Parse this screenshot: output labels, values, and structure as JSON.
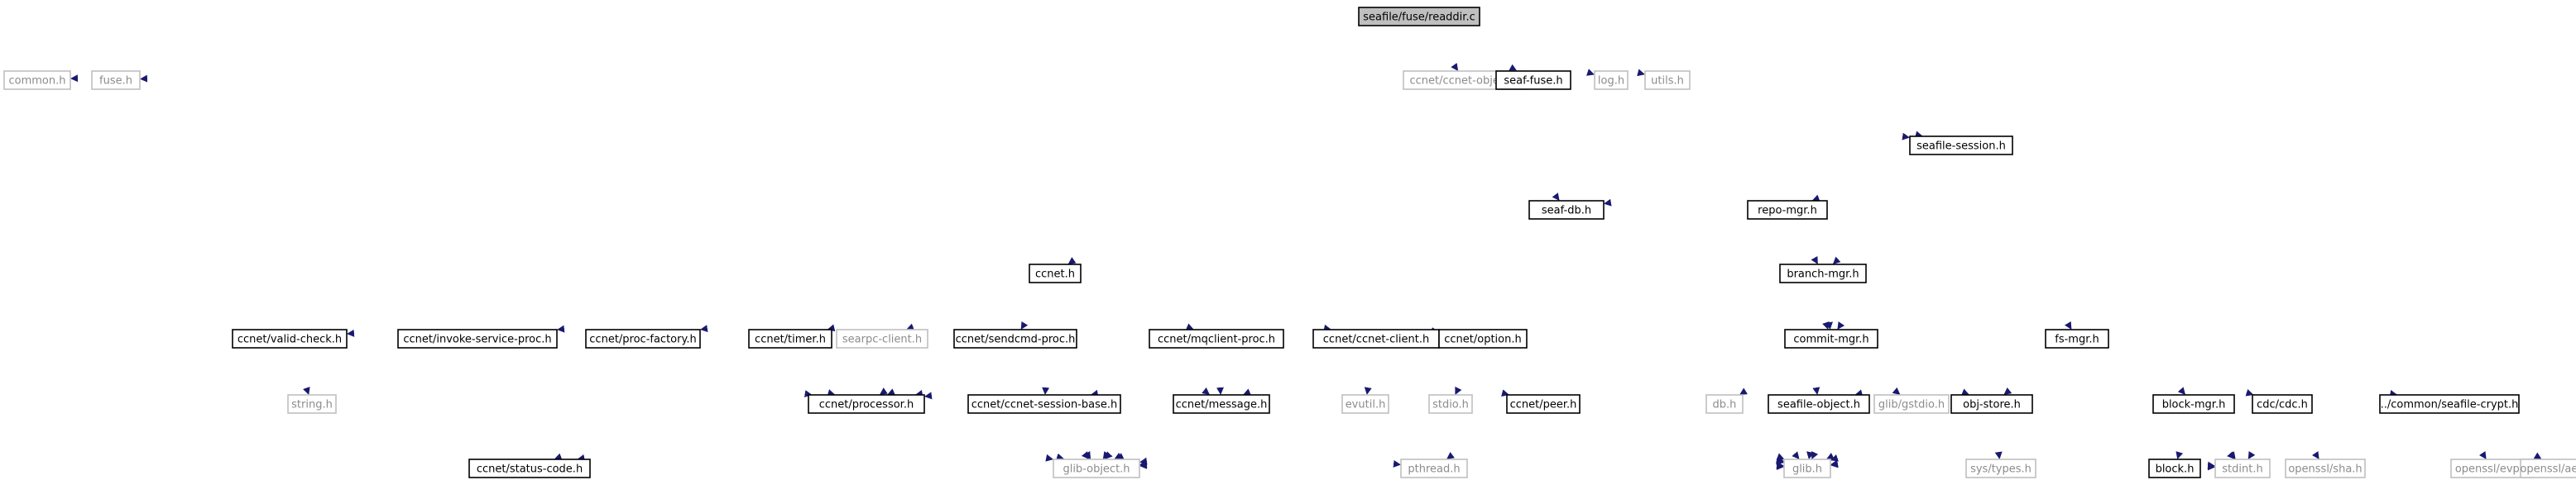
{
  "diagram": {
    "nodes": [
      {
        "id": "readdir",
        "label": "seafile/fuse/readdir.c",
        "style": "root"
      },
      {
        "id": "common",
        "label": "common.h",
        "style": "gray"
      },
      {
        "id": "fuse",
        "label": "fuse.h",
        "style": "gray"
      },
      {
        "id": "ccnetobj",
        "label": "ccnet/ccnet-object.h",
        "style": "gray"
      },
      {
        "id": "seaffuse",
        "label": "seaf-fuse.h",
        "style": "doc"
      },
      {
        "id": "log",
        "label": "log.h",
        "style": "gray"
      },
      {
        "id": "utils",
        "label": "utils.h",
        "style": "gray"
      },
      {
        "id": "seafsession",
        "label": "seafile-session.h",
        "style": "doc"
      },
      {
        "id": "seafdb",
        "label": "seaf-db.h",
        "style": "doc"
      },
      {
        "id": "repomgr",
        "label": "repo-mgr.h",
        "style": "doc"
      },
      {
        "id": "branchmgr",
        "label": "branch-mgr.h",
        "style": "doc"
      },
      {
        "id": "commitmgr",
        "label": "commit-mgr.h",
        "style": "doc"
      },
      {
        "id": "fsmgr",
        "label": "fs-mgr.h",
        "style": "doc"
      },
      {
        "id": "ccneth",
        "label": "ccnet.h",
        "style": "doc"
      },
      {
        "id": "validcheck",
        "label": "ccnet/valid-check.h",
        "style": "doc"
      },
      {
        "id": "invoke",
        "label": "ccnet/invoke-service-proc.h",
        "style": "doc"
      },
      {
        "id": "procfactory",
        "label": "ccnet/proc-factory.h",
        "style": "doc"
      },
      {
        "id": "timer",
        "label": "ccnet/timer.h",
        "style": "doc"
      },
      {
        "id": "searpc",
        "label": "searpc-client.h",
        "style": "gray"
      },
      {
        "id": "sendcmd",
        "label": "ccnet/sendcmd-proc.h",
        "style": "doc"
      },
      {
        "id": "mqclient",
        "label": "ccnet/mqclient-proc.h",
        "style": "doc"
      },
      {
        "id": "ccnetclient",
        "label": "ccnet/ccnet-client.h",
        "style": "doc"
      },
      {
        "id": "option",
        "label": "ccnet/option.h",
        "style": "doc"
      },
      {
        "id": "peer",
        "label": "ccnet/peer.h",
        "style": "doc"
      },
      {
        "id": "stringh",
        "label": "string.h",
        "style": "gray"
      },
      {
        "id": "processor",
        "label": "ccnet/processor.h",
        "style": "doc"
      },
      {
        "id": "sessionbase",
        "label": "ccnet/ccnet-session-base.h",
        "style": "doc"
      },
      {
        "id": "message",
        "label": "ccnet/message.h",
        "style": "doc"
      },
      {
        "id": "evutil",
        "label": "evutil.h",
        "style": "gray"
      },
      {
        "id": "stdio",
        "label": "stdio.h",
        "style": "gray"
      },
      {
        "id": "dbh",
        "label": "db.h",
        "style": "gray"
      },
      {
        "id": "seafobj",
        "label": "seafile-object.h",
        "style": "doc"
      },
      {
        "id": "gstdio",
        "label": "glib/gstdio.h",
        "style": "gray"
      },
      {
        "id": "objstore",
        "label": "obj-store.h",
        "style": "doc"
      },
      {
        "id": "blockmgr",
        "label": "block-mgr.h",
        "style": "doc"
      },
      {
        "id": "cdc",
        "label": "cdc/cdc.h",
        "style": "doc"
      },
      {
        "id": "crypt",
        "label": "../common/seafile-crypt.h",
        "style": "doc"
      },
      {
        "id": "statuscode",
        "label": "ccnet/status-code.h",
        "style": "doc"
      },
      {
        "id": "glibobj",
        "label": "glib-object.h",
        "style": "gray"
      },
      {
        "id": "pthread",
        "label": "pthread.h",
        "style": "gray"
      },
      {
        "id": "glib",
        "label": "glib.h",
        "style": "gray"
      },
      {
        "id": "systypes",
        "label": "sys/types.h",
        "style": "gray"
      },
      {
        "id": "blockh",
        "label": "block.h",
        "style": "doc"
      },
      {
        "id": "stdint",
        "label": "stdint.h",
        "style": "gray"
      },
      {
        "id": "sha",
        "label": "openssl/sha.h",
        "style": "gray"
      },
      {
        "id": "evp",
        "label": "openssl/evp.h",
        "style": "gray"
      },
      {
        "id": "aes",
        "label": "openssl/aes.h",
        "style": "gray"
      }
    ],
    "edges": [
      [
        "readdir",
        "common"
      ],
      [
        "readdir",
        "fuse"
      ],
      [
        "readdir",
        "ccnetobj"
      ],
      [
        "readdir",
        "seaffuse"
      ],
      [
        "readdir",
        "log"
      ],
      [
        "readdir",
        "utils"
      ],
      [
        "readdir",
        "seafsession"
      ],
      [
        "readdir",
        "seafdb"
      ],
      [
        "readdir",
        "ccneth"
      ],
      [
        "readdir",
        "glibobj"
      ],
      [
        "readdir",
        "glib"
      ],
      [
        "seaffuse",
        "seafsession"
      ],
      [
        "seafsession",
        "seafdb"
      ],
      [
        "seafsession",
        "repomgr"
      ],
      [
        "seafsession",
        "branchmgr"
      ],
      [
        "seafsession",
        "commitmgr"
      ],
      [
        "seafsession",
        "fsmgr"
      ],
      [
        "seafsession",
        "blockmgr"
      ],
      [
        "seafsession",
        "glib"
      ],
      [
        "seafsession",
        "stdint"
      ],
      [
        "repomgr",
        "branchmgr"
      ],
      [
        "repomgr",
        "commitmgr"
      ],
      [
        "repomgr",
        "seafobj"
      ],
      [
        "repomgr",
        "pthread"
      ],
      [
        "branchmgr",
        "commitmgr"
      ],
      [
        "commitmgr",
        "dbh"
      ],
      [
        "commitmgr",
        "gstdio"
      ],
      [
        "commitmgr",
        "objstore"
      ],
      [
        "commitmgr",
        "glib"
      ],
      [
        "fsmgr",
        "seafobj"
      ],
      [
        "fsmgr",
        "objstore"
      ],
      [
        "fsmgr",
        "cdc"
      ],
      [
        "fsmgr",
        "crypt"
      ],
      [
        "fsmgr",
        "glib"
      ],
      [
        "ccneth",
        "validcheck"
      ],
      [
        "ccneth",
        "invoke"
      ],
      [
        "ccneth",
        "procfactory"
      ],
      [
        "ccneth",
        "timer"
      ],
      [
        "ccneth",
        "searpc"
      ],
      [
        "ccneth",
        "sendcmd"
      ],
      [
        "ccneth",
        "mqclient"
      ],
      [
        "ccneth",
        "ccnetclient"
      ],
      [
        "ccneth",
        "option"
      ],
      [
        "ccneth",
        "peer"
      ],
      [
        "ccneth",
        "processor"
      ],
      [
        "ccneth",
        "sessionbase"
      ],
      [
        "ccneth",
        "message"
      ],
      [
        "ccneth",
        "statuscode"
      ],
      [
        "ccneth",
        "glib"
      ],
      [
        "validcheck",
        "stringh"
      ],
      [
        "invoke",
        "processor"
      ],
      [
        "invoke",
        "glibobj"
      ],
      [
        "procfactory",
        "processor"
      ],
      [
        "procfactory",
        "glibobj"
      ],
      [
        "sendcmd",
        "processor"
      ],
      [
        "sendcmd",
        "glibobj"
      ],
      [
        "mqclient",
        "processor"
      ],
      [
        "mqclient",
        "message"
      ],
      [
        "mqclient",
        "glibobj"
      ],
      [
        "ccnetclient",
        "processor"
      ],
      [
        "ccnetclient",
        "sessionbase"
      ],
      [
        "ccnetclient",
        "message"
      ],
      [
        "ccnetclient",
        "evutil"
      ],
      [
        "ccnetclient",
        "glibobj"
      ],
      [
        "ccnetclient",
        "glib"
      ],
      [
        "option",
        "stdio"
      ],
      [
        "option",
        "glib"
      ],
      [
        "peer",
        "glibobj"
      ],
      [
        "peer",
        "glib"
      ],
      [
        "peer",
        "stdint"
      ],
      [
        "processor",
        "statuscode"
      ],
      [
        "processor",
        "glibobj"
      ],
      [
        "processor",
        "pthread"
      ],
      [
        "processor",
        "glib"
      ],
      [
        "processor",
        "stdint"
      ],
      [
        "sessionbase",
        "glibobj"
      ],
      [
        "message",
        "glibobj"
      ],
      [
        "message",
        "glib"
      ],
      [
        "seafobj",
        "glibobj"
      ],
      [
        "seafobj",
        "glib"
      ],
      [
        "objstore",
        "glib"
      ],
      [
        "objstore",
        "systypes"
      ],
      [
        "blockmgr",
        "blockh"
      ],
      [
        "blockmgr",
        "glib"
      ],
      [
        "blockmgr",
        "stdint"
      ],
      [
        "blockmgr",
        "glibobj"
      ],
      [
        "cdc",
        "glib"
      ],
      [
        "cdc",
        "stdint"
      ],
      [
        "cdc",
        "sha"
      ],
      [
        "crypt",
        "evp"
      ],
      [
        "crypt",
        "aes"
      ]
    ]
  }
}
